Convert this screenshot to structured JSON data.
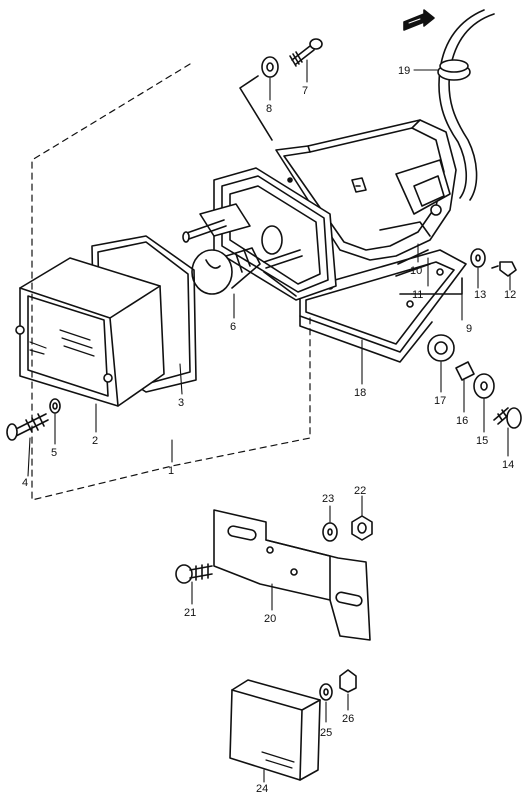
{
  "diagram": {
    "callouts": [
      "1",
      "2",
      "3",
      "4",
      "5",
      "6",
      "7",
      "8",
      "9",
      "10",
      "11",
      "12",
      "13",
      "14",
      "15",
      "16",
      "17",
      "18",
      "19",
      "20",
      "21",
      "22",
      "23",
      "24",
      "25",
      "26"
    ],
    "ink_color": "#111111",
    "paper_color": "#ffffff"
  }
}
